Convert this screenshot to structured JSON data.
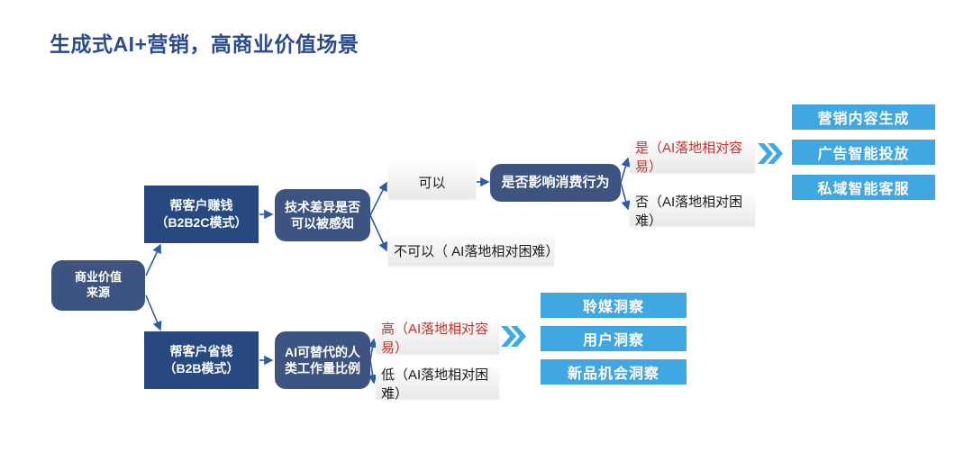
{
  "title": "生成式AI+营销，高商业价值场景",
  "nodes": {
    "root": "商业价值\n来源",
    "earn": "帮客户赚钱\n（B2B2C模式）",
    "save": "帮客户省钱\n（B2B模式）",
    "perceive": "技术差异是否\n可以被感知",
    "behavior": "是否影响消费行为",
    "workload": "AI可替代的人\n类工作量比例"
  },
  "answers": {
    "can": "可以",
    "cannot": "不可以（ AI落地相对困难）",
    "yes": "是（AI落地相对容易）",
    "no": "否（AI落地相对困难）",
    "high": "高（AI落地相对容易）",
    "low": "低（AI落地相对困难）"
  },
  "outcomes": {
    "top": [
      "营销内容生成",
      "广告智能投放",
      "私域智能客服"
    ],
    "bottom": [
      "聆媒洞察",
      "用户洞察",
      "新品机会洞察"
    ]
  },
  "icons": {
    "double_chevron": "double-chevron-right"
  },
  "colors": {
    "title": "#2B4C8C",
    "navy_rect": "#27497F",
    "navy_round": "#3D5480",
    "outcome_blue": "#41A7E2",
    "highlight_red": "#C9302C",
    "arrow_blue": "#2E5BA8",
    "chevron_blue": "#3FA9E8",
    "gray_box": "#EDEDED"
  }
}
